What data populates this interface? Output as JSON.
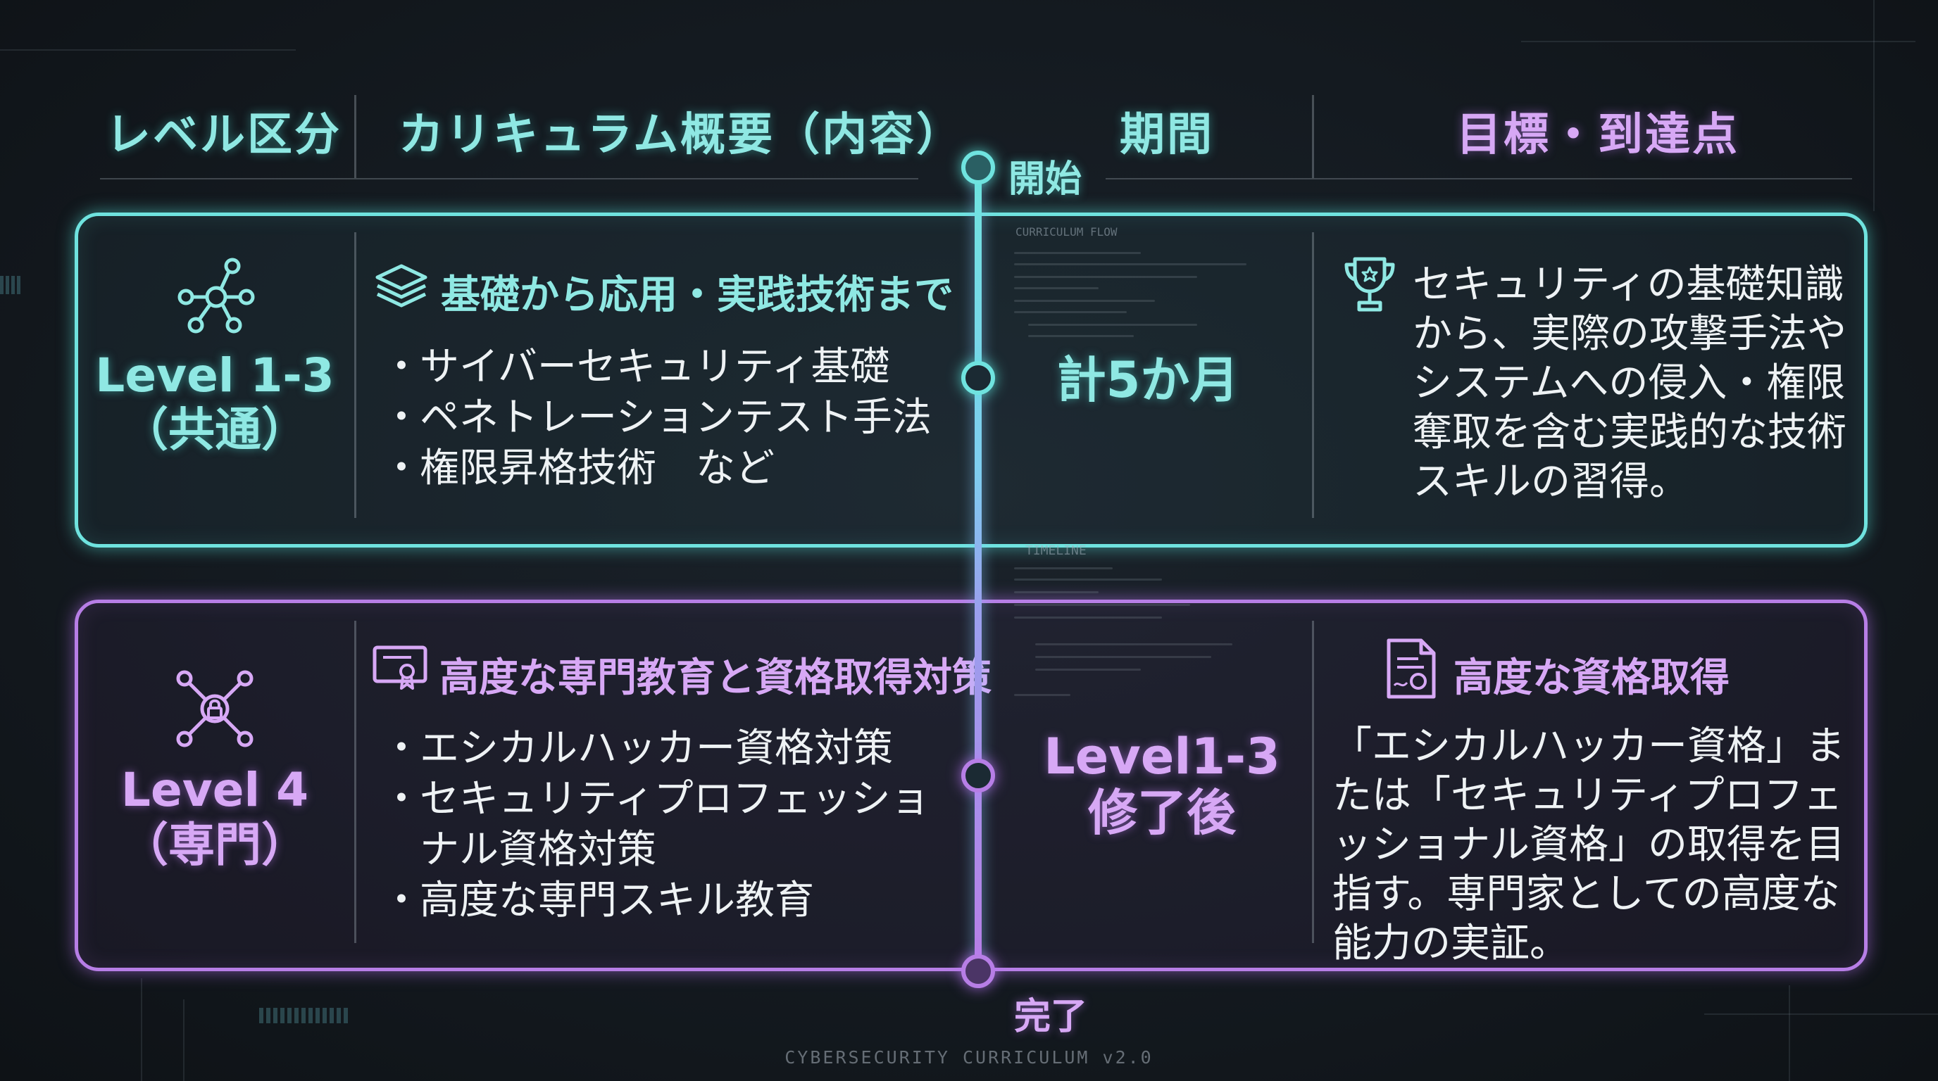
{
  "headers": {
    "level": "レベル区分",
    "curriculum": "カリキュラム概要（内容）",
    "period": "期間",
    "goal": "目標・到達点"
  },
  "timeline": {
    "start": "開始",
    "end": "完了",
    "flow_tag": "CURRICULUM FLOW",
    "timeline_tag": "TIMELINE"
  },
  "rows": [
    {
      "level": "Level 1-3",
      "level_sub": "（共通）",
      "title": "基礎から応用・実践技術まで",
      "bullets": [
        "サイバーセキュリティ基礎",
        "ペネトレーションテスト手法",
        "権限昇格技術　など"
      ],
      "period": "計5か月",
      "period_sub": "",
      "goal_title": "",
      "goal": "セキュリティの基礎知識から、実際の攻撃手法やシステムへの侵入・権限奪取を含む実践的な技術スキルの習得。"
    },
    {
      "level": "Level 4",
      "level_sub": "（専門）",
      "title": "高度な専門教育と資格取得対策",
      "bullets": [
        "エシカルハッカー資格対策",
        "セキュリティプロフェッショナル資格対策",
        "高度な専門スキル教育"
      ],
      "period": "Level1-3",
      "period_sub": "修了後",
      "goal_title": "高度な資格取得",
      "goal": "「エシカルハッカー資格」または「セキュリティプロフェッショナル資格」の取得を目指す。専門家としての高度な能力の実証。"
    }
  ],
  "footer": "CYBERSECURITY CURRICULUM v2.0",
  "colors": {
    "cyan": "#6fe3df",
    "purple": "#b77ee6",
    "background": "#141a20"
  },
  "icons": [
    "network-nodes-icon",
    "books-stack-icon",
    "trophy-icon",
    "network-lock-icon",
    "certificate-icon",
    "document-badge-icon"
  ]
}
